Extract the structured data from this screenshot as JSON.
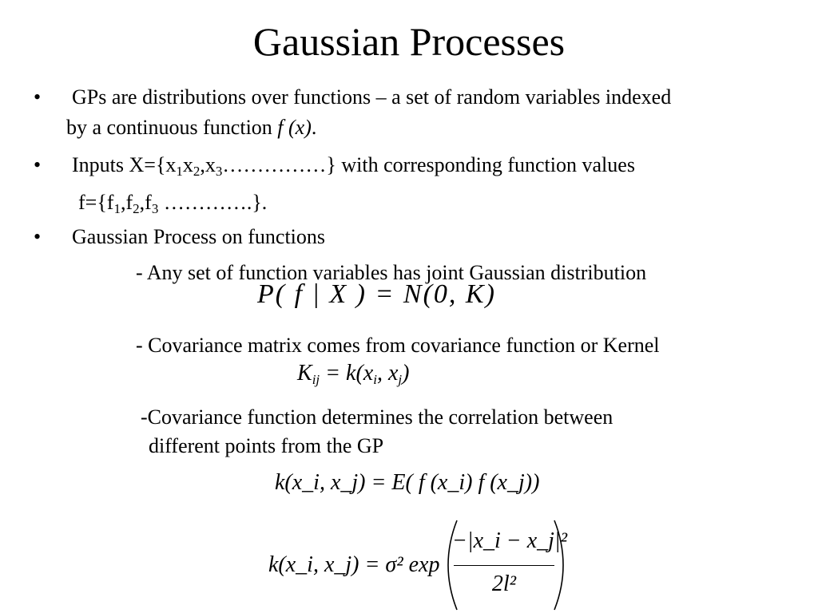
{
  "slide": {
    "title": "Gaussian Processes",
    "bullet_symbol": "•",
    "bullets": [
      {
        "line1": "GPs are distributions over functions – a set of random variables indexed",
        "line2_text": "by a continuous function ",
        "line2_italic": "f (x)",
        "line2_end": "."
      },
      {
        "line1_a": "Inputs X={x",
        "sub1": "1",
        "line1_b": "x",
        "sub2": "2",
        "line1_c": ",x",
        "sub3": "3",
        "line1_d": "……………} with corresponding function values",
        "line2_a": "f={f",
        "fsub1": "1",
        "line2_b": ",f",
        "fsub2": "2",
        "line2_c": ",f",
        "fsub3": "3",
        "line2_d": " ………….}."
      },
      {
        "line1": "Gaussian Process on functions"
      }
    ],
    "sub_points": {
      "joint": "- Any set of function variables has joint Gaussian distribution",
      "covariance": "- Covariance matrix comes from covariance function or Kernel",
      "correlation_1": "-Covariance function determines the correlation between",
      "correlation_2": "different points from the GP"
    },
    "equations": {
      "eq1": "P( f | X ) = N(0, K)",
      "eq2_lhs": "K",
      "eq2_lhs_sub": "ij",
      "eq2_rhs_a": "= k(x",
      "eq2_rhs_sub_i": "i",
      "eq2_rhs_b": ", x",
      "eq2_rhs_sub_j": "j",
      "eq2_rhs_c": ")",
      "eq3": "k(x_i, x_j) = E( f (x_i) f (x_j))",
      "eq4_lhs": "k(x_i, x_j) = σ² exp",
      "eq4_num": "−|x_i − x_j|²",
      "eq4_den": "2l²"
    }
  }
}
